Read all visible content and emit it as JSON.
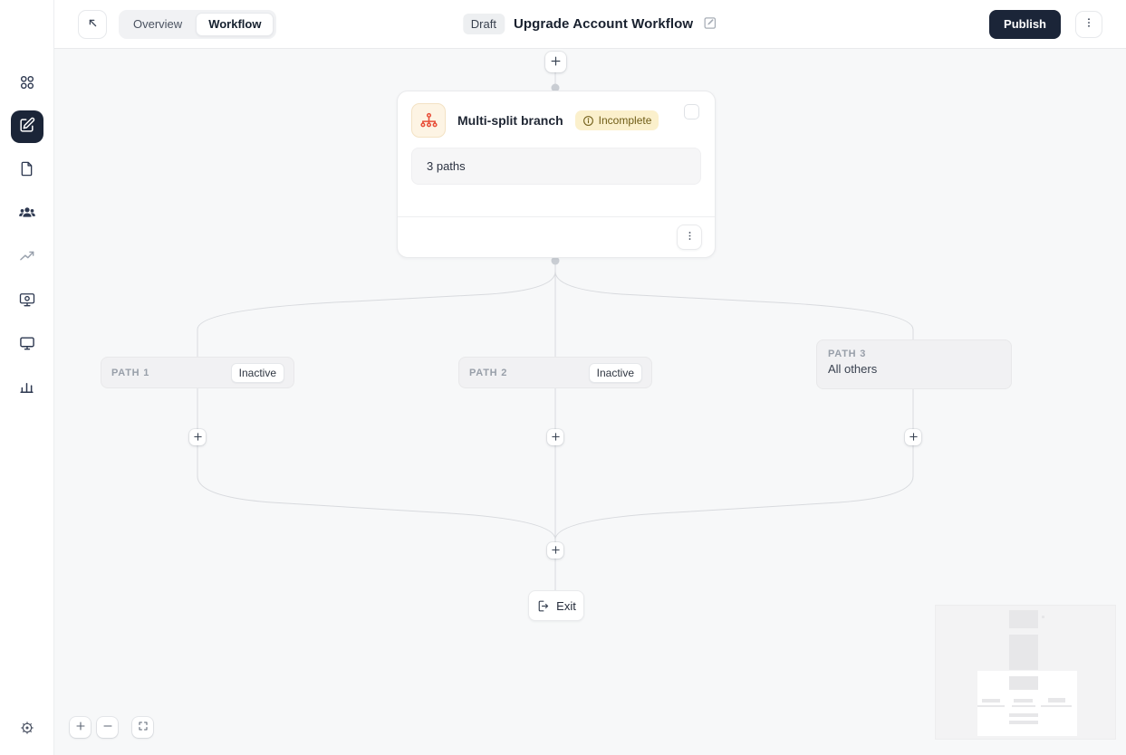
{
  "header": {
    "back_icon": "arrow-up-left",
    "tabs": {
      "overview": "Overview",
      "workflow": "Workflow"
    },
    "status_badge": "Draft",
    "title": "Upgrade Account Workflow",
    "edit_icon": "pencil-square",
    "publish_label": "Publish",
    "more_icon": "kebab-menu"
  },
  "sidebar": {
    "items": [
      {
        "id": "apps",
        "icon": "grid-icon",
        "active": false
      },
      {
        "id": "editor",
        "icon": "compose-icon",
        "active": true
      },
      {
        "id": "documents",
        "icon": "document-icon",
        "active": false
      },
      {
        "id": "audience",
        "icon": "people-icon",
        "active": false
      },
      {
        "id": "analytics",
        "icon": "trend-arrow-icon",
        "active": false
      },
      {
        "id": "monetization",
        "icon": "monitor-pay-icon",
        "active": false
      },
      {
        "id": "devices",
        "icon": "desktop-icon",
        "active": false
      },
      {
        "id": "reports",
        "icon": "bar-chart-icon",
        "active": false
      }
    ],
    "footer_icon": "settings-gear-icon"
  },
  "workflow": {
    "main_node": {
      "icon": "multi-split-branch-icon",
      "title": "Multi-split branch",
      "status_label": "Incomplete",
      "status_icon": "info-circle-icon",
      "config_value": "3 paths"
    },
    "paths": [
      {
        "label": "PATH 1",
        "status": "Inactive"
      },
      {
        "label": "PATH 2",
        "status": "Inactive"
      },
      {
        "label": "PATH 3",
        "description": "All others"
      }
    ],
    "exit_node": {
      "icon": "exit-icon",
      "label": "Exit"
    }
  },
  "controls": {
    "zoom_in_icon": "plus-icon",
    "zoom_out_icon": "minus-icon",
    "fit_view_icon": "fullscreen-icon"
  },
  "colors": {
    "accent_dark": "#1b2538",
    "canvas_bg": "#f7f8f9",
    "warning_bg": "#fbf0cc",
    "warning_text": "#6f5c16",
    "branch_icon_orange": "#e8503a",
    "edge_line": "#d8dade"
  }
}
